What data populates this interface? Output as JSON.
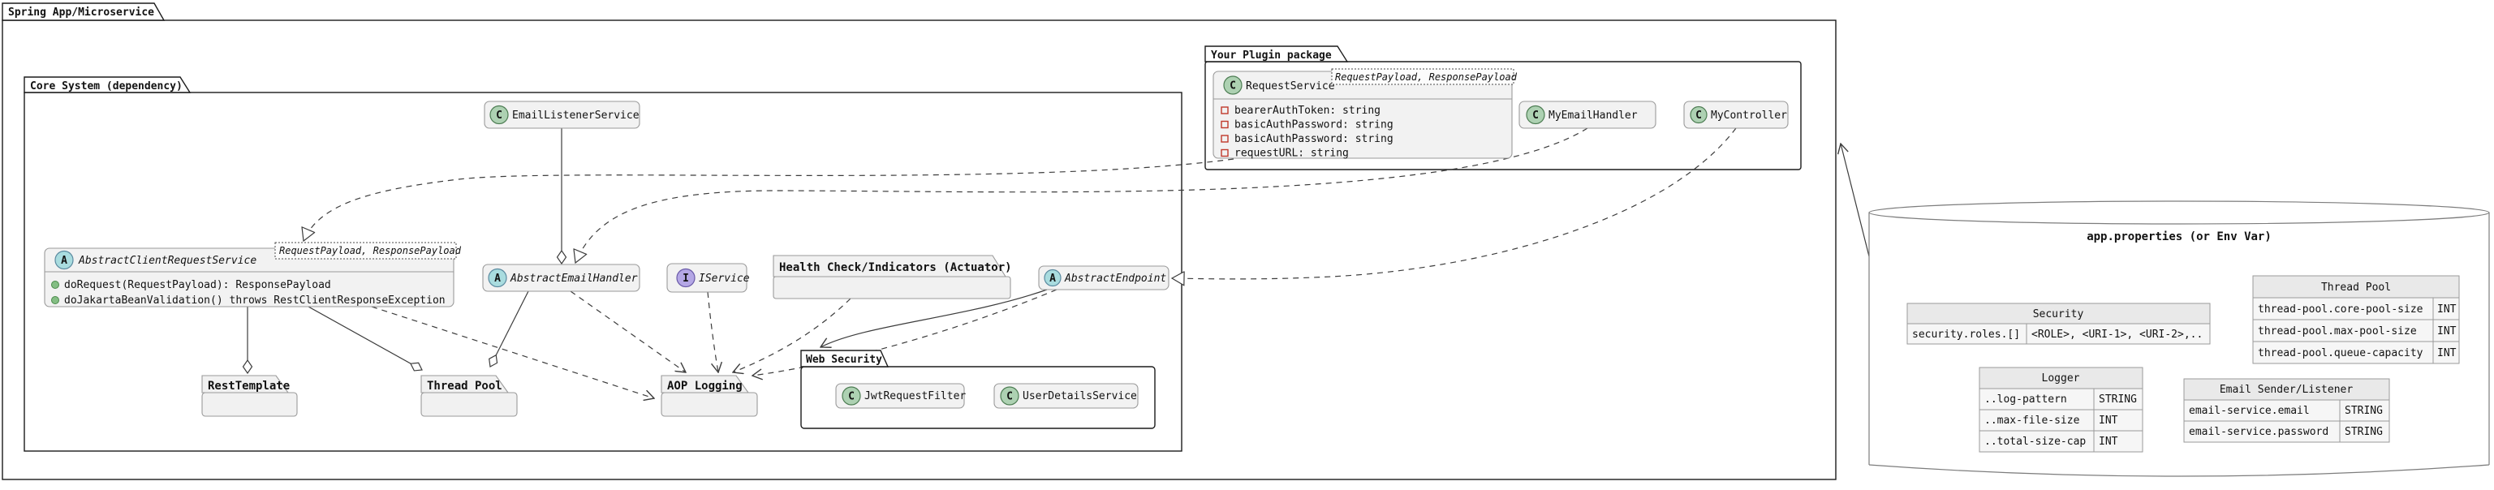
{
  "root": {
    "title": "Spring App/Microservice"
  },
  "core": {
    "title": "Core System (dependency)"
  },
  "plugin": {
    "title": "Your Plugin package"
  },
  "cls": {
    "emailListener": {
      "icon": "C",
      "name": "EmailListenerService"
    },
    "abstractClient": {
      "icon": "A",
      "name": "AbstractClientRequestService",
      "generic": "RequestPayload, ResponsePayload",
      "methods": [
        "doRequest(RequestPayload): ResponsePayload",
        "doJakartaBeanValidation() throws RestClientResponseException"
      ]
    },
    "abstractEmailHandler": {
      "icon": "A",
      "name": "AbstractEmailHandler"
    },
    "iService": {
      "icon": "I",
      "name": "IService"
    },
    "abstractEndpoint": {
      "icon": "A",
      "name": "AbstractEndpoint"
    },
    "requestService": {
      "icon": "C",
      "name": "RequestService",
      "generic": "RequestPayload, ResponsePayload",
      "fields": [
        "bearerAuthToken: string",
        "basicAuthPassword: string",
        "basicAuthPassword: string",
        "requestURL: string"
      ]
    },
    "myEmailHandler": {
      "icon": "C",
      "name": "MyEmailHandler"
    },
    "myController": {
      "icon": "C",
      "name": "MyController"
    },
    "jwtRequestFilter": {
      "icon": "C",
      "name": "JwtRequestFilter"
    },
    "userDetailsService": {
      "icon": "C",
      "name": "UserDetailsService"
    }
  },
  "frames": {
    "healthCheck": {
      "title": "Health Check/Indicators (Actuator)"
    },
    "restTemplate": {
      "title": "RestTemplate"
    },
    "threadPool": {
      "title": "Thread Pool"
    },
    "aopLogging": {
      "title": "AOP Logging"
    },
    "webSecurity": {
      "title": "Web Security"
    }
  },
  "config": {
    "title": "app.properties (or Env Var)",
    "tables": {
      "security": {
        "title": "Security",
        "rows": [
          [
            "security.roles.[]",
            "<ROLE>, <URI-1>, <URI-2>,.."
          ]
        ]
      },
      "threadPool": {
        "title": "Thread Pool",
        "rows": [
          [
            "thread-pool.core-pool-size",
            "INT"
          ],
          [
            "thread-pool.max-pool-size",
            "INT"
          ],
          [
            "thread-pool.queue-capacity",
            "INT"
          ]
        ]
      },
      "logger": {
        "title": "Logger",
        "rows": [
          [
            "..log-pattern",
            "STRING"
          ],
          [
            "..max-file-size",
            "INT"
          ],
          [
            "..total-size-cap",
            "INT"
          ]
        ]
      },
      "email": {
        "title": "Email Sender/Listener",
        "rows": [
          [
            "email-service.email",
            "STRING"
          ],
          [
            "email-service.password",
            "STRING"
          ]
        ]
      }
    }
  },
  "colors": {
    "classFill": "#F2F2F2",
    "iconClass": "#ADD1B2",
    "iconAbstract": "#A9DCDF",
    "iconInterface": "#B4A7E5",
    "fieldPrivate": "#C0392B",
    "methodPublic": "#84BE84"
  }
}
